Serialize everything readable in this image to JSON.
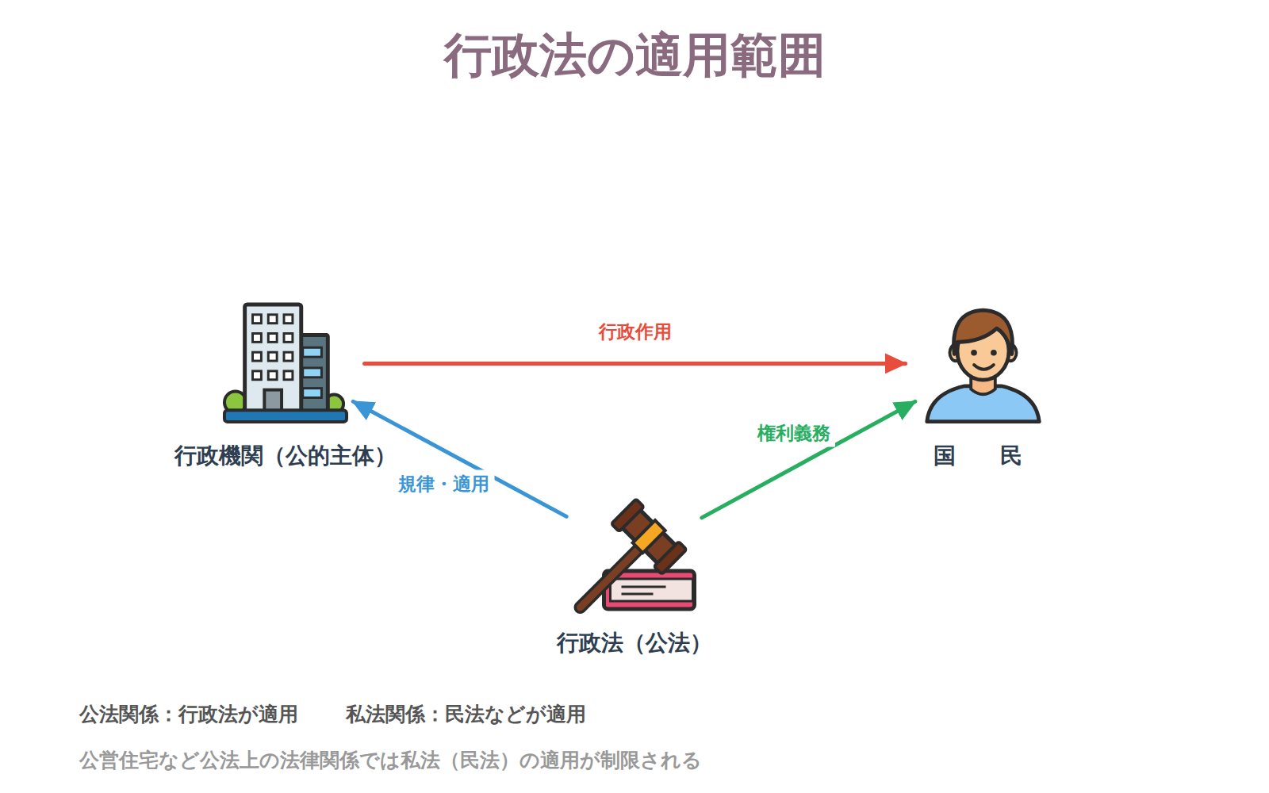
{
  "diagram": {
    "title": "行政法の適用範囲",
    "nodes": [
      {
        "text": [
          "行政機関（公的主体）"
        ]
      },
      {
        "text": [
          "国　民"
        ]
      },
      {
        "text": [
          "行政法（公法）"
        ]
      }
    ],
    "edges": [
      {
        "from": 0,
        "to": 1,
        "label": "行政作用",
        "arrow": "to"
      },
      {
        "from": 2,
        "to": 0,
        "label": "規律・適用",
        "arrow": "to"
      },
      {
        "from": 2,
        "to": 1,
        "label": "権利義務",
        "arrow": "to"
      }
    ],
    "labels": [
      "公法関係：行政法が適用",
      "私法関係：民法などが適用",
      "公営住宅など公法上の法律関係では私法（民法）の適用が制限される"
    ]
  }
}
